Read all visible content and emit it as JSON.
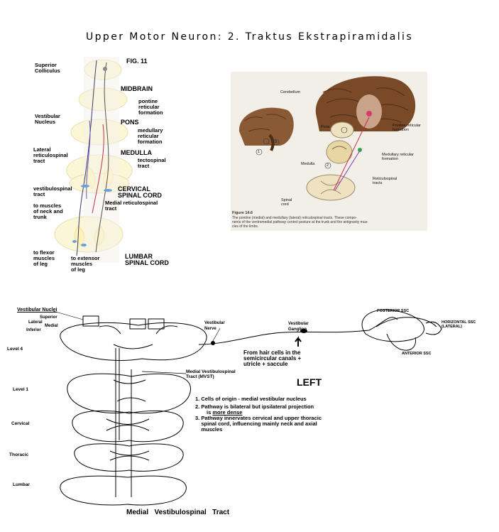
{
  "title": "Upper Motor Neuron: 2. Traktus Ekstrapiramidalis",
  "fig11": {
    "fig_label": "FIG. 11",
    "superior_colliculus": "Superior\nColliculus",
    "midbrain": "MIDBRAIN",
    "pontine_reticular": "pontine\nreticular\nformation",
    "vestibular_nucleus": "Vestibular\nNucleus",
    "pons": "PONS",
    "medullary_reticular": "medullary\nreticular\nformation",
    "lateral_reticulospinal": "Lateral\nreticulospinal\ntract",
    "medulla": "MEDULLA",
    "tectospinal": "tectospinal\ntract",
    "vestibulospinal": "vestibulospinal\ntract",
    "cervical": "CERVICAL\nSPINAL CORD",
    "to_muscles_neck": "to muscles\nof neck and\ntrunk",
    "medial_reticulospinal": "Medial reticulospinal\ntract",
    "to_flexor": "to flexor\nmuscles\nof leg",
    "to_extensor": "to extensor\nmuscles\nof leg",
    "lumbar": "LUMBAR\nSPINAL CORD"
  },
  "fig146": {
    "cerebellum": "Cerebellum",
    "pons": "Pons",
    "pontine_reticular": "Pontine reticular\nformation",
    "medulla": "Medulla",
    "medullary_reticular": "Medullary reticular\nformation",
    "reticulospinal": "Reticulospinal\ntracts",
    "spinal_cord": "Spinal\ncord",
    "num_1": "1",
    "num_2": "2",
    "num_3": "3",
    "caption_title": "Figure 14.6",
    "caption": "The pontine (medial) and medullary (lateral) reticulospinal tracts. These compo-\nnents of the ventromedial pathway control posture at the trunk and the antigravity mus-\ncles of the limbs."
  },
  "mvst": {
    "vestibular_nuclei": "Vestibular Nuclei",
    "superior": "Superior",
    "lateral": "Lateral",
    "medial": "Medial",
    "inferior": "Inferior",
    "level4": "Level 4",
    "level1": "Level 1",
    "cervical": "Cervical",
    "thoracic": "Thoracic",
    "lumbar": "Lumbar",
    "vestibular_nerve": "Vestibular\nNerve",
    "vestibular_ganglion": "Vestibular\nGanglion",
    "posterior_ssc": "POSTERIOR SSC",
    "horizontal_ssc": "HORIZONTAL SSC\n(LATERAL)",
    "anterior_ssc": "ANTERIOR SSC",
    "from_hair_cells": "From hair cells in the\nsemicircular canals +\nutricle + saccule",
    "tract_label": "Medial Vestibulospinal\nTract (MVST)",
    "left": "LEFT",
    "point1": "1. Cells of origin - medial vestibular nucleus",
    "point2a": "2. Pathway is bilateral but ipsilateral projection",
    "point2b_pre": "is ",
    "point2b_u": "more dense",
    "point3": "3. Pathway innervates cervical and upper thoracic\n    spinal cord, influencing mainly neck and axial\n    muscles",
    "caption": "Medial   Vestibulospinal   Tract"
  },
  "colors": {
    "bg": "#ffffff",
    "brain_brown": "#7a4a28",
    "panel_bg": "#f1ece6",
    "tract_red": "#c0304a",
    "tract_blue": "#3a6fb5"
  }
}
